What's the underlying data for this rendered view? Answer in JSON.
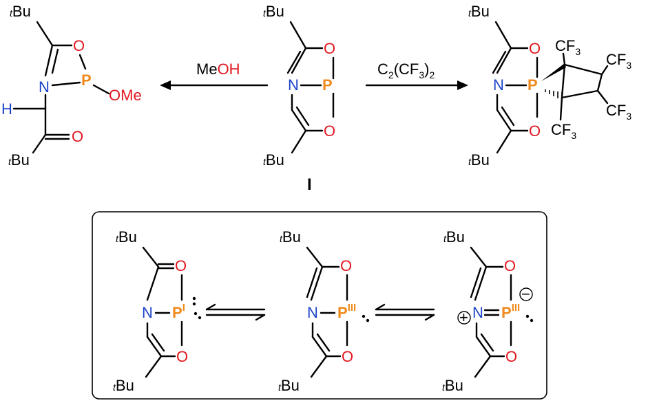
{
  "reagents": {
    "methanol": {
      "me": "Me",
      "oh": "OH"
    },
    "alkyne": {
      "c": "C",
      "sub2": "2",
      "cf": "(CF",
      "sub3": "3",
      "close": ")",
      "subn": "2"
    }
  },
  "atoms": {
    "tbu_sup": "t",
    "tbu": "Bu",
    "O": "O",
    "N": "N",
    "P": "P",
    "H": "H",
    "OMe": "OMe",
    "CF3": "CF",
    "CF3_sub": "3"
  },
  "compound_label": "I",
  "oxidation_states": {
    "left": "I",
    "middle": "III",
    "right": "III"
  },
  "charges": {
    "plus": "+",
    "minus": "−"
  },
  "colors": {
    "oxygen": "#e2161f",
    "nitrogen": "#1d45c8",
    "phosphorus": "#f08a1c",
    "hydrogen": "#1d45c8"
  }
}
